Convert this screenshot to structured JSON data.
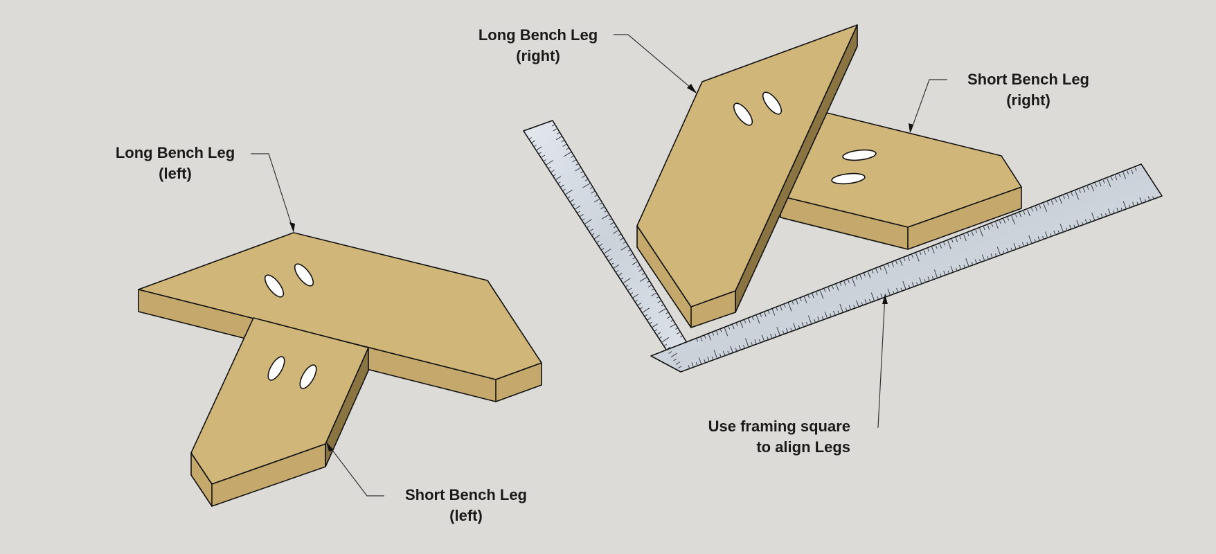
{
  "diagram": {
    "labels": {
      "long_leg_left": {
        "line1": "Long Bench Leg",
        "line2": "(left)"
      },
      "short_leg_left": {
        "line1": "Short Bench Leg",
        "line2": "(left)"
      },
      "long_leg_right": {
        "line1": "Long Bench Leg",
        "line2": "(right)"
      },
      "short_leg_right": {
        "line1": "Short Bench Leg",
        "line2": "(right)"
      },
      "framing_square": {
        "line1": "Use framing square",
        "line2": "to align Legs"
      }
    },
    "colors": {
      "background": "#dcdbd7",
      "wood_face": "#d1b679",
      "wood_side": "#c4a86c",
      "wood_shadow": "#8a7442",
      "steel": "#cfd5dc",
      "outline": "#111111"
    }
  }
}
